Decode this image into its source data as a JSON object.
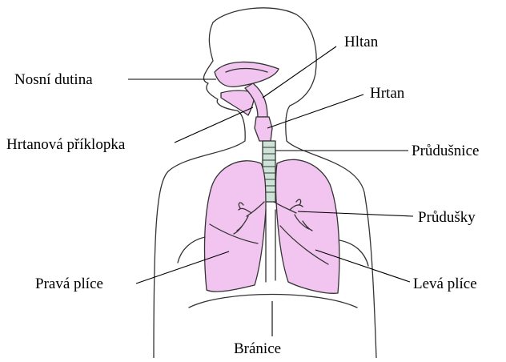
{
  "colors": {
    "lung_fill": "#f2c4f0",
    "outline": "#333333",
    "label_text": "#000000"
  },
  "labels": {
    "nasal_cavity": "Nosní dutina",
    "pharynx": "Hltan",
    "larynx": "Hrtan",
    "epiglottis": "Hrtanová příklopka",
    "trachea": "Průdušnice",
    "bronchi": "Průdušky",
    "right_lung": "Pravá plíce",
    "left_lung": "Levá plíce",
    "diaphragm": "Bránice"
  }
}
